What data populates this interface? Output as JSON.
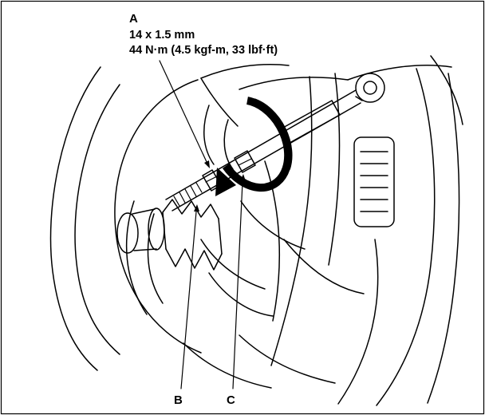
{
  "figure": {
    "type": "service-manual-illustration",
    "subject": "tie-rod locknut torque adjustment",
    "callouts": {
      "a": {
        "label": "A"
      },
      "b": {
        "label": "B"
      },
      "c": {
        "label": "C"
      }
    },
    "spec": {
      "thread_size": "14 x 1.5 mm",
      "torque": "44 N·m (4.5 kgf-m, 33 lbf·ft)"
    },
    "colors": {
      "ink": "#000000",
      "paper": "#ffffff"
    }
  }
}
